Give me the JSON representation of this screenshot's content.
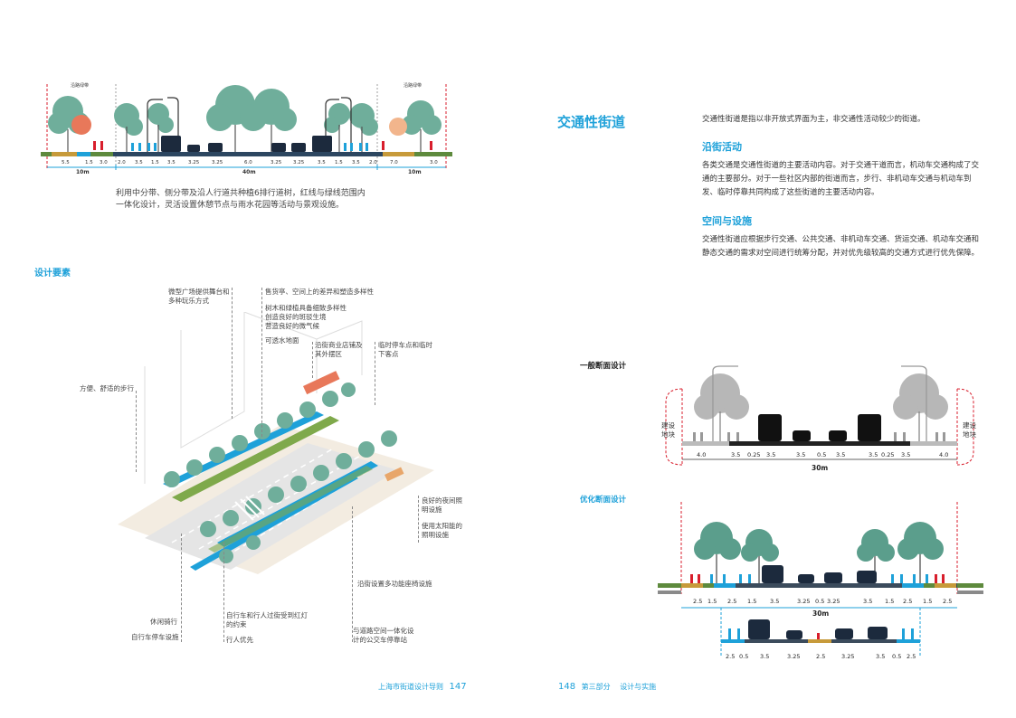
{
  "left_page": {
    "top_section": {
      "label_left": "沿路绿带",
      "label_right": "沿路绿带",
      "widths": [
        "5.5",
        "1.5",
        "3.0",
        "2.0",
        "3.5",
        "1.5",
        "3.5",
        "3.25",
        "3.25",
        "6.0",
        "3.25",
        "3.25",
        "3.5",
        "1.5",
        "3.5",
        "2.0",
        "7.0",
        "3.0"
      ],
      "spans": [
        "10m",
        "40m",
        "10m"
      ],
      "caption_line1": "利用中分带、侧分带及沿人行道共种植6排行道树，红线与绿线范围内",
      "caption_line2": "一体化设计，灵活设置休憩节点与雨水花园等活动与景观设施。"
    },
    "design_elements_title": "设计要素",
    "annotations": {
      "a1": "微型广场提供舞台和",
      "a1b": "多种玩乐方式",
      "a2": "售货亭、空间上的差异和塑造多样性",
      "a3": "树木和绿植具备细致多样性",
      "a3b": "创造良好的斑驳生境",
      "a3c": "营造良好的微气候",
      "a4": "可透水地面",
      "a5": "沿街商业店铺及",
      "a5b": "其外摆区",
      "a6": "临时停车点和临时",
      "a6b": "下客点",
      "a7": "方便、舒适的步行",
      "a8": "良好的夜间照",
      "a8b": "明设施",
      "a9": "使用太阳能的",
      "a9b": "照明设施",
      "a10": "沿街设置多功能座椅设施",
      "a11": "休闲骑行",
      "a12": "自行车停车设施",
      "a13": "自行车和行人过街受到红灯",
      "a13b": "的约束",
      "a14": "行人优先",
      "a15": "与道路空间一体化设",
      "a15b": "计的公交车停靠站"
    },
    "footer": {
      "title": "上海市街道设计导则",
      "page": "147"
    }
  },
  "right_page": {
    "title": "交通性街道",
    "intro": "交通性街道是指以非开放式界面为主，非交通性活动较少的街道。",
    "section1_title": "沿街活动",
    "section1_l1": "各类交通是交通性街道的主要活动内容。对于交通干道而言，机动车交通构成了交",
    "section1_l2": "通的主要部分。对于一些社区内部的街道而言，步行、非机动车交通与机动车到",
    "section1_l3": "发、临时停靠共同构成了这些街道的主要活动内容。",
    "section2_title": "空间与设施",
    "section2_l1": "交通性街道应根据步行交通、公共交通、非机动车交通、货运交通、机动车交通和",
    "section2_l2": "静态交通的需求对空间进行统筹分配，并对优先级较高的交通方式进行优先保障。",
    "general_section": {
      "title": "一般断面设计",
      "left_block_l1": "建设",
      "left_block_l2": "地块",
      "right_block_l1": "建设",
      "right_block_l2": "地块",
      "widths": [
        "4.0",
        "3.5",
        "0.25",
        "3.5",
        "3.5",
        "0.5",
        "3.5",
        "3.5",
        "0.25",
        "3.5",
        "4.0"
      ],
      "total": "30m"
    },
    "optimized_section": {
      "title": "优化断面设计",
      "widths": [
        "2.5",
        "1.5",
        "2.5",
        "1.5",
        "3.5",
        "3.25",
        "0.5",
        "3.25",
        "3.5",
        "1.5",
        "2.5",
        "1.5",
        "2.5"
      ],
      "total": "30m",
      "detail_widths": [
        "2.5",
        "0.5",
        "3.5",
        "3.25",
        "2.5",
        "3.25",
        "3.5",
        "0.5",
        "2.5"
      ]
    },
    "footer": {
      "page": "148",
      "part": "第三部分",
      "chapter": "设计与实施"
    }
  },
  "colors": {
    "accent": "#1ea1d9",
    "tree": "#5b9e8c",
    "gray_tree": "#b7b7b7",
    "red": "#d81e2c",
    "ochre": "#c79a3a"
  }
}
